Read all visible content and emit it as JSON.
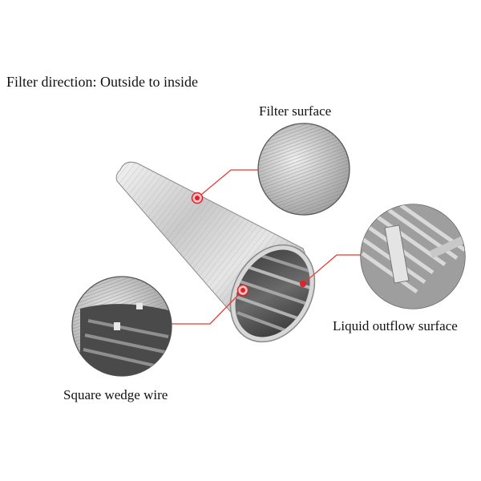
{
  "heading": "Filter direction: Outside to inside",
  "callouts": {
    "filter_surface": "Filter surface",
    "liquid_outflow_surface": "Liquid outflow surface",
    "square_wedge_wire": "Square wedge wire"
  },
  "colors": {
    "leader_line": "#e53935",
    "marker": "#e0202a",
    "steel_light": "#dcdcdc",
    "steel_dark": "#7a7a7a"
  }
}
